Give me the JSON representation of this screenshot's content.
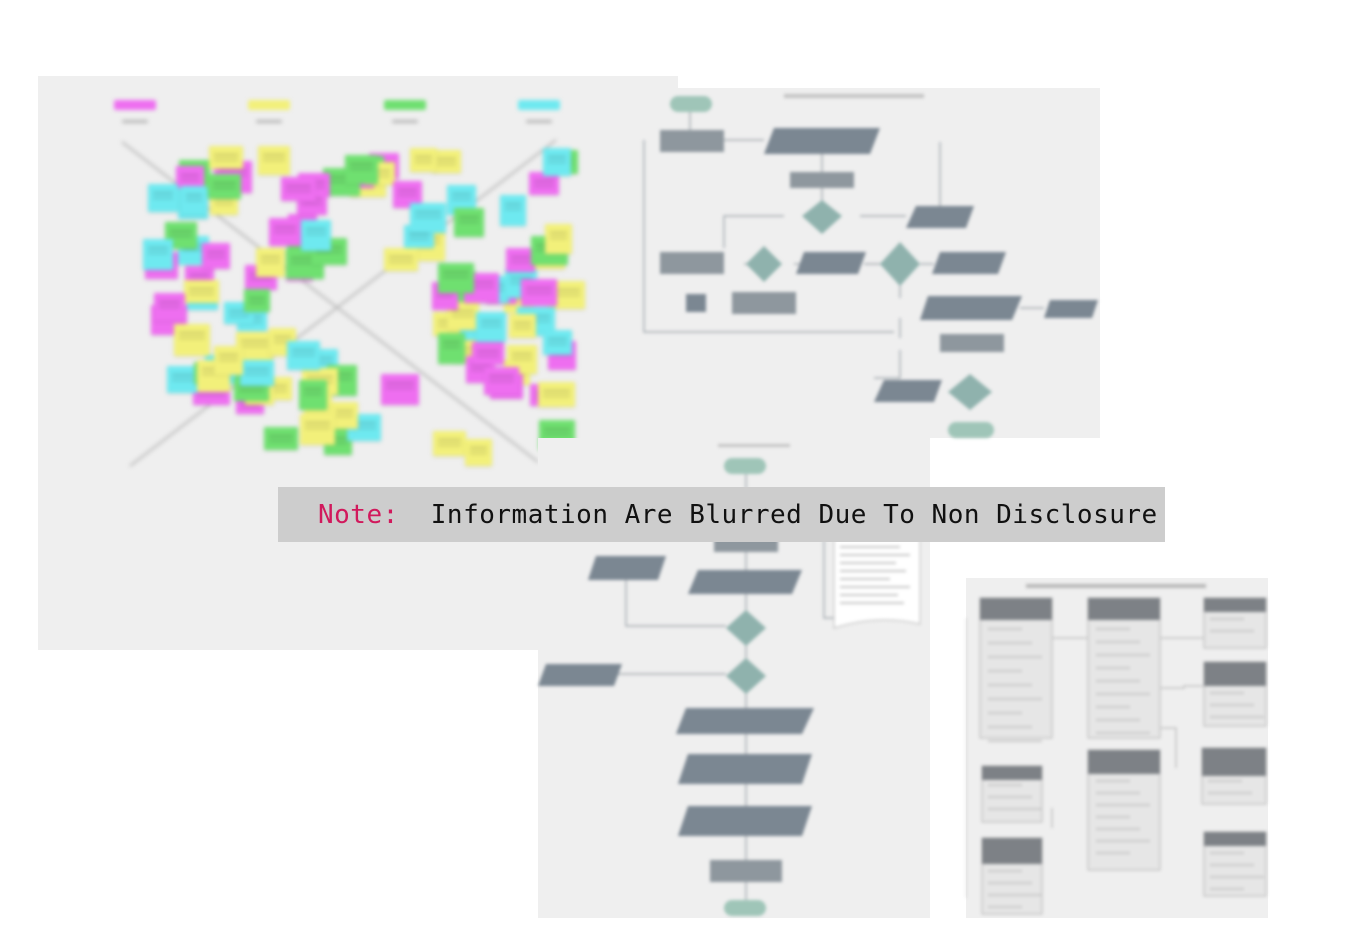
{
  "note": {
    "label": "Note:",
    "text": "Information Are Blurred Due To Non Disclosure"
  },
  "colors": {
    "board_background": "#efefef",
    "sticky_magenta": "#ee6ef0",
    "sticky_yellow": "#f2f07a",
    "sticky_green": "#6fe070",
    "sticky_cyan": "#6ee9f0",
    "flow_shape": "#7b8792",
    "decision_shape": "#8fb2ad",
    "terminal_shape": "#9fc5b8",
    "note_label": "#d1195c",
    "note_background": "#cdcdcd"
  },
  "sections": [
    {
      "name": "affinity-map-board",
      "content": "blurred"
    },
    {
      "name": "process-flowchart-1",
      "content": "blurred"
    },
    {
      "name": "process-flowchart-2",
      "content": "blurred"
    },
    {
      "name": "database-schema",
      "content": "blurred"
    }
  ]
}
